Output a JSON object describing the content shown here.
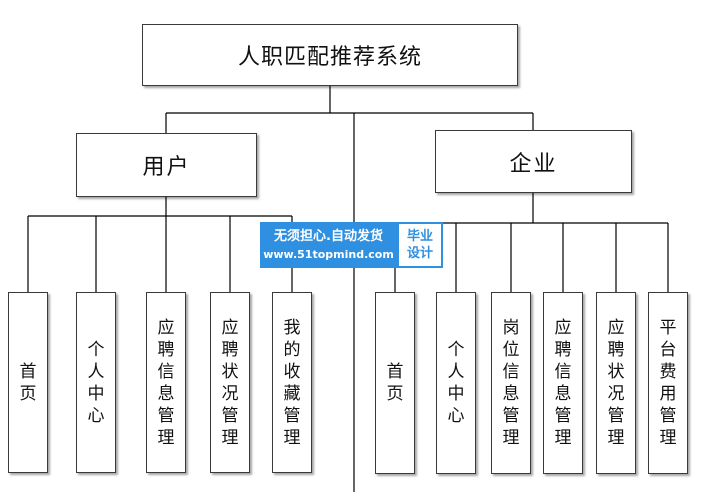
{
  "root": {
    "label": "人职匹配推荐系统"
  },
  "user": {
    "label": "用户",
    "leaves": [
      "首页",
      "个人中心",
      "应聘信息管理",
      "应聘状况管理",
      "我的收藏管理"
    ]
  },
  "enterprise": {
    "label": "企业",
    "leaves": [
      "首页",
      "个人中心",
      "岗位信息管理",
      "应聘信息管理",
      "应聘状况管理",
      "平台费用管理"
    ]
  },
  "watermark": {
    "slogan": "无须担心.自动发货",
    "url": "www.51topmind.com",
    "badge_line1": "毕业",
    "badge_line2": "设计"
  },
  "colors": {
    "line": "#000000",
    "border": "#3a3a3a",
    "watermark": "#2f8fe0"
  }
}
